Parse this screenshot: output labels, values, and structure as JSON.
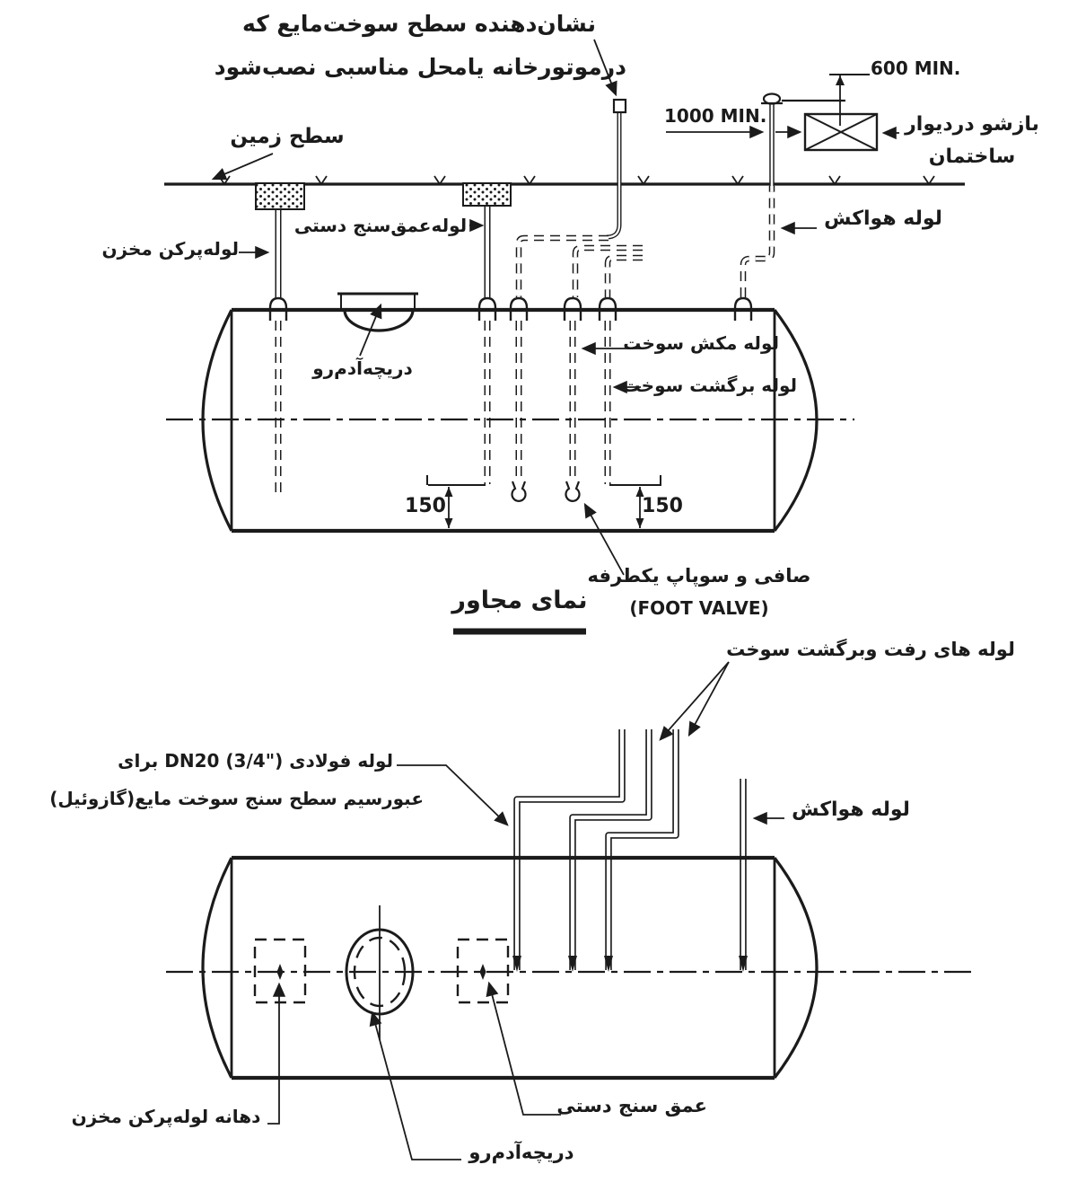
{
  "colors": {
    "ink": "#1b1b1b",
    "paper": "#ffffff"
  },
  "upper_view": {
    "level_indicator_line1": "نشان‌دهنده سطح سوخت‌مایع که",
    "level_indicator_line2": "درموتورخانه یامحل مناسبی نصب‌شود",
    "dim_600": "600 MIN.",
    "dim_1000": "1000 MIN.",
    "wall_opening_line1": "بازشو دردیوار",
    "wall_opening_line2": "ساختمان",
    "ground_level": "سطح زمین",
    "filler_pipe": "لوله‌پرکن مخزن",
    "depth_gauge_pipe": "لوله‌عمق‌سنج دستی",
    "vent_pipe": "لوله هواکش",
    "manhole": "دریچه‌آدم‌رو",
    "suction_pipe": "لوله مکش سوخت",
    "return_pipe": "لوله برگشت سوخت",
    "dim_150_left": "150",
    "dim_150_right": "150",
    "foot_valve_fa": "صافی و سوپاپ یکطرفه",
    "foot_valve_en": "(FOOT VALVE)"
  },
  "section_title": "نمای مجاور",
  "lower_view": {
    "supply_return_pipes": "لوله های رفت وبرگشت سوخت",
    "gauge_conduit_line1": "لوله فولادی DN20 (3/4\") برای",
    "gauge_conduit_line2": "عبورسیم سطح سنج سوخت مایع(گازوئیل)",
    "vent_pipe": "لوله هواکش",
    "filler_mouth": "دهانه لوله‌پرکن مخزن",
    "manhole": "دریچه‌آدم‌رو",
    "depth_gauge": "عمق سنج دستی"
  }
}
